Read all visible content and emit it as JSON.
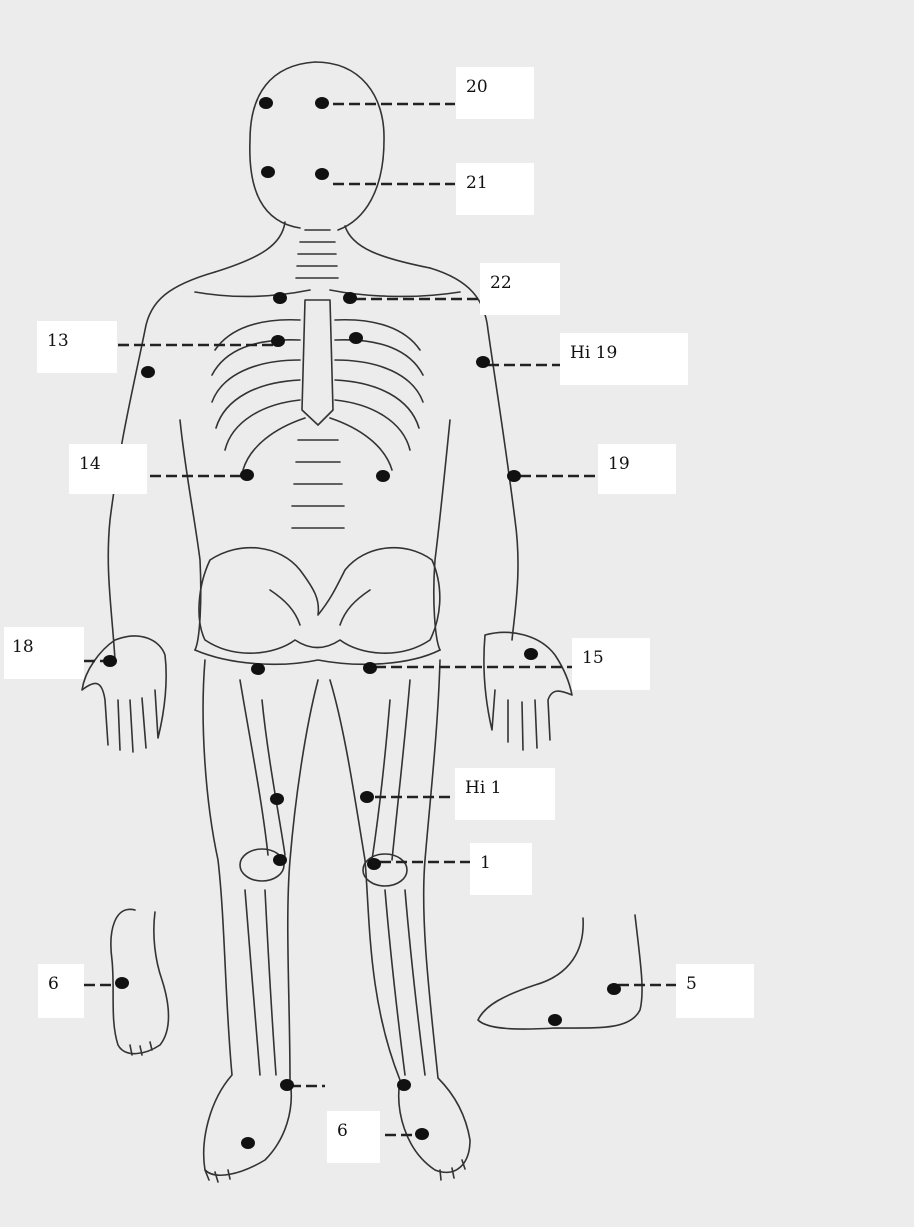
{
  "labels": {
    "l20": "20",
    "l21": "21",
    "l22": "22",
    "l13": "13",
    "hi19": "Hi 19",
    "l14": "14",
    "l19": "19",
    "l18": "18",
    "l15": "15",
    "hi1": "Hi 1",
    "l1": "1",
    "l6_left": "6",
    "l5": "5",
    "l6_bottom": "6"
  },
  "colors": {
    "background": "#ececec",
    "line": "#333333",
    "point": "#111111",
    "label_bg": "#ffffff"
  }
}
